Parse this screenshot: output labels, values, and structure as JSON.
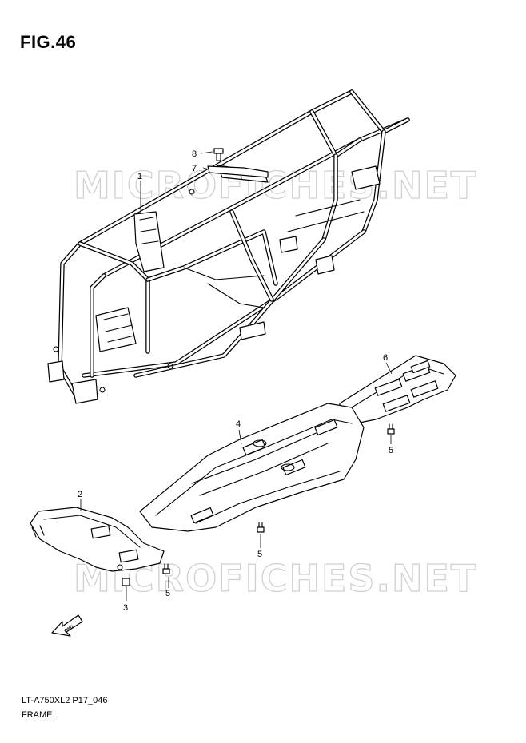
{
  "figure": {
    "title": "FIG.46"
  },
  "footer": {
    "model_code": "LT-A750XL2 P17_046",
    "assembly_name": "FRAME"
  },
  "watermark": "MICROFICHES.NET",
  "callouts": [
    "1",
    "2",
    "3",
    "4",
    "5",
    "5",
    "5",
    "6",
    "7",
    "8"
  ],
  "arrow": {
    "label": "FWD"
  }
}
